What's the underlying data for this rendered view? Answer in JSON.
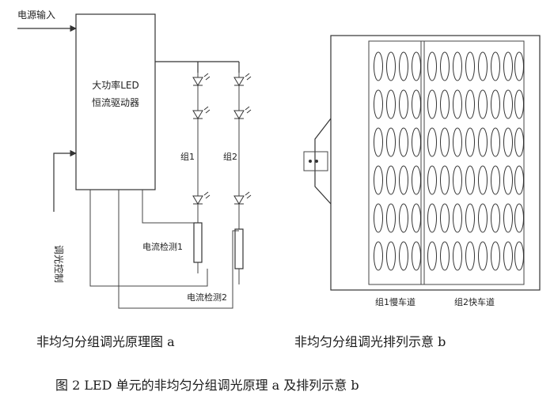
{
  "diagram_a": {
    "input_label": "电源输入",
    "driver_line1": "大功率LED",
    "driver_line2": "恒流驱动器",
    "group1_label": "组1",
    "group2_label": "组2",
    "current_sense1": "电流检测1",
    "current_sense2": "电流检测2",
    "dimming_label": "调光控制",
    "caption": "非均匀分组调光原理图 a"
  },
  "diagram_b": {
    "slow_lane_label": "组1慢车道",
    "fast_lane_label": "组2快车道",
    "caption": "非均匀分组调光排列示意 b"
  },
  "figure_caption": "图 2  LED 单元的非均匀分组调光原理 a 及排列示意 b"
}
